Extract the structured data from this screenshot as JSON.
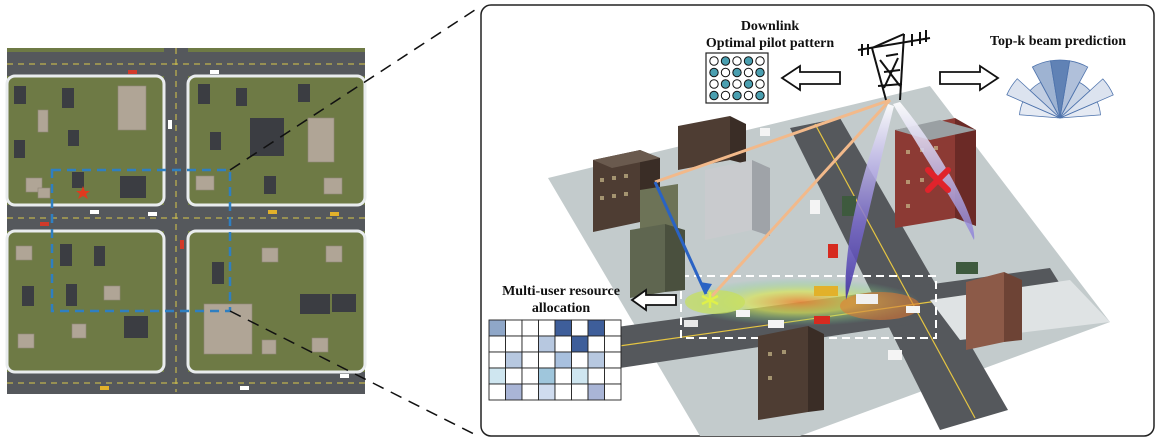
{
  "labels": {
    "downlink_line1": "Downlink",
    "downlink_line2": "Optimal pilot pattern",
    "topk": "Top-k beam prediction",
    "multiuser_line1": "Multi-user resource",
    "multiuser_line2": "allocation"
  },
  "colors": {
    "grass": "#6e7a45",
    "road": "#55585c",
    "curb": "#e9ecee",
    "dashed_box": "#2f7fc1",
    "beam": "#6a5bc4",
    "los_link": "#f2b98a",
    "user_marker": "#dff04a",
    "pilot_fill": "#4a9fb0",
    "beam_fan": "#4f74ad"
  },
  "icons": {
    "tower": "cell-tower-icon",
    "blocked": "x-mark-icon",
    "target": "red-star-icon",
    "left_arrow": "hollow-arrow-left-icon",
    "right_arrow": "hollow-arrow-right-icon"
  }
}
